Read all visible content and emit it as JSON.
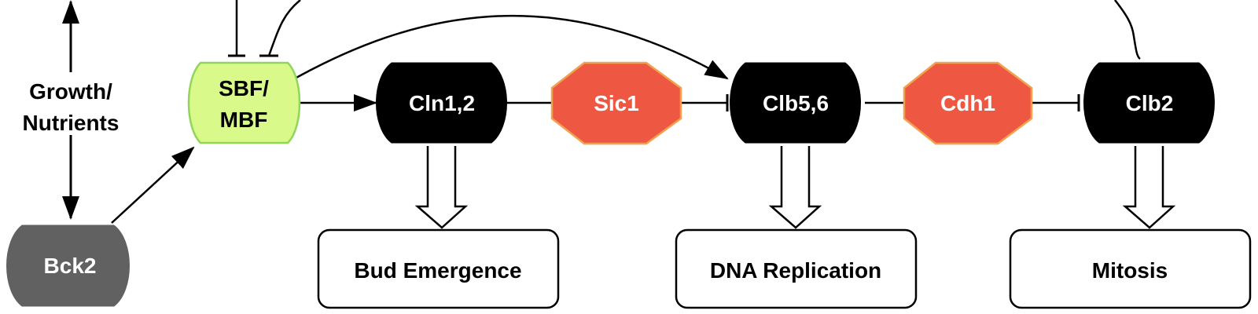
{
  "nodes": {
    "growth": {
      "line1": "Growth/",
      "line2": "Nutrients"
    },
    "sbf": {
      "line1": "SBF/",
      "line2": "MBF",
      "color": "#d9fa8a",
      "border": "#8fd65a"
    },
    "cln": {
      "label": "Cln1,2",
      "color": "#000000"
    },
    "sic1": {
      "label": "Sic1",
      "color": "#ee5843",
      "border": "#f2a24e"
    },
    "clb56": {
      "label": "Clb5,6",
      "color": "#000000"
    },
    "cdh1": {
      "label": "Cdh1",
      "color": "#ee5843",
      "border": "#f2a24e"
    },
    "clb2": {
      "label": "Clb2",
      "color": "#000000"
    },
    "bck2": {
      "label": "Bck2",
      "color": "#616161"
    },
    "bud": {
      "label": "Bud Emergence"
    },
    "dna": {
      "label": "DNA Replication"
    },
    "mitosis": {
      "label": "Mitosis"
    }
  }
}
